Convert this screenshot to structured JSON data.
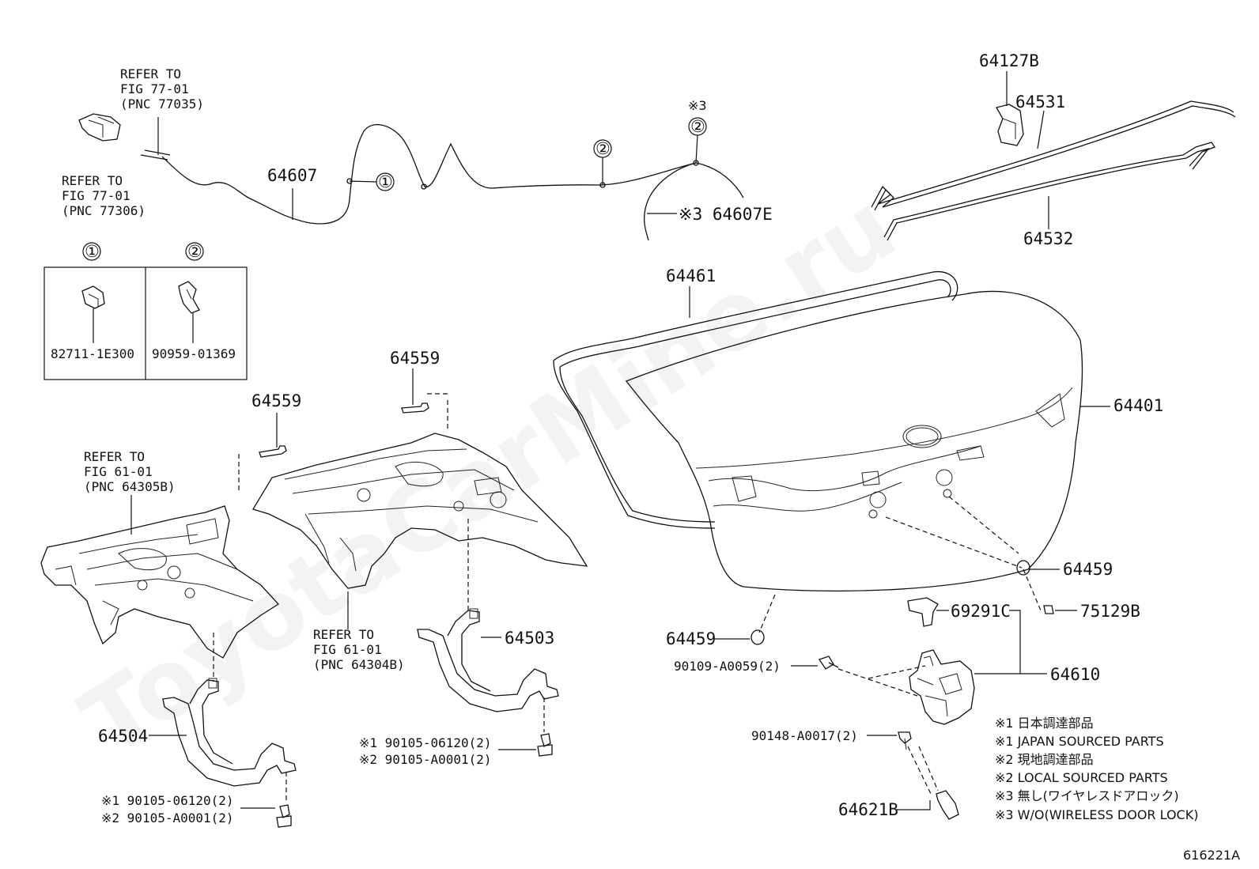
{
  "labels": {
    "ref_77035": [
      "REFER TO",
      "FIG 77-01",
      "(PNC 77035)"
    ],
    "ref_77306": [
      "REFER TO",
      "FIG 77-01",
      "(PNC 77306)"
    ],
    "ref_64305b": [
      "REFER TO",
      "FIG 61-01",
      "(PNC 64305B)"
    ],
    "ref_64304b": [
      "REFER TO",
      "FIG 61-01",
      "(PNC 64304B)"
    ],
    "p64607": "64607",
    "circle1": "①",
    "circle2a": "②",
    "circle2b": "②",
    "note3_top": "※3",
    "p64607e": "※3 64607E",
    "p64127b": "64127B",
    "p64531": "64531",
    "p64532": "64532",
    "box_c1": "①",
    "box_c2": "②",
    "p82711": "82711-1E300",
    "p90959": "90959-01369",
    "p64461": "64461",
    "p64401": "64401",
    "p64559_left": "64559",
    "p64559_mid": "64559",
    "p64459_right": "64459",
    "p64459_left": "64459",
    "p69291c": "69291C",
    "p75129b": "75129B",
    "p90109": "90109-A0059(2)",
    "p64610": "64610",
    "p90148": "90148-A0017(2)",
    "p64621b": "64621B",
    "p64503": "64503",
    "p64504": "64504",
    "bolt_mid_1": "※1 90105-06120(2)",
    "bolt_mid_2": "※2 90105-A0001(2)",
    "bolt_left_1": "※1 90105-06120(2)",
    "bolt_left_2": "※2 90105-A0001(2)",
    "fig_no": "616221A"
  },
  "legend": [
    "※1 日本調達部品",
    "※1 JAPAN SOURCED PARTS",
    "※2 現地調達部品",
    "※2 LOCAL SOURCED PARTS",
    "※3 無し(ワイヤレスドアロック)",
    "※3 W/O(WIRELESS DOOR LOCK)"
  ],
  "watermark": "ToyotaCarMine.ru"
}
